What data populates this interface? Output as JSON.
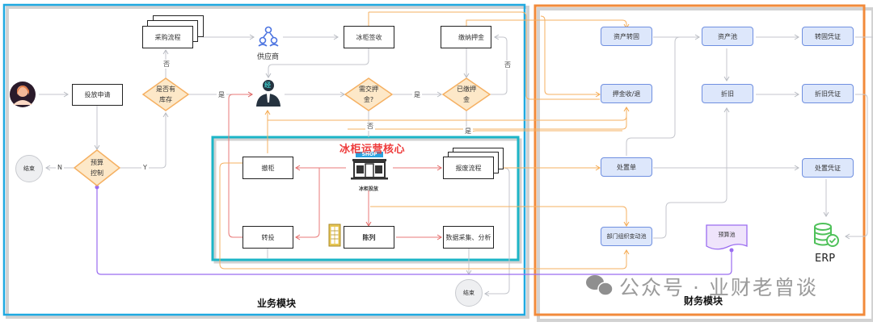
{
  "modules": {
    "business": {
      "title": "业务模块",
      "border_color": "#1fa9e1"
    },
    "finance": {
      "title": "财务模块",
      "border_color": "#f28a3a"
    },
    "core": {
      "title": "冰柜运营核心",
      "border_color": "#1cb5c7",
      "title_color": "#ee3b3b"
    }
  },
  "business_nodes": {
    "applicant_avatar": "applicant",
    "apply": "投放申请",
    "budget_control": "预算\n控制",
    "budget_control_line1": "预算",
    "budget_control_line2": "控制",
    "end_left": "结束",
    "stock_check_line1": "是否有",
    "stock_check_line2": "库存",
    "purchase": "采购流程",
    "supplier": "供应商",
    "dealer_badge": "经",
    "receive": "冰柜签收",
    "deposit_needed_line1": "需交押",
    "deposit_needed_line2": "金?",
    "deposit_paid_node": "缴纳押金",
    "deposit_paid_check_line1": "已缴押",
    "deposit_paid_check_line2": "金",
    "end_bottom": "结束"
  },
  "core_nodes": {
    "withdraw": "撤柜",
    "transfer": "转投",
    "shop_sign": "SHOP",
    "shop_caption": "冰柜投放",
    "display": "陈列",
    "scrap": "报废流程",
    "data_analysis": "数据采集、分析"
  },
  "finance_nodes": {
    "asset_transfer": "资产转固",
    "asset_pool": "资产池",
    "transfer_voucher": "转固凭证",
    "deposit_in_out": "押金收/退",
    "depreciation": "折旧",
    "depreciation_voucher": "折旧凭证",
    "disposal_order": "处置单",
    "disposal_voucher": "处置凭证",
    "dept_change_pool": "部门组织变动池",
    "budget_pool": "预算池",
    "erp": "ERP"
  },
  "edge_labels": {
    "no_purchase": "否",
    "yes_stock": "是",
    "n": "N",
    "y": "Y",
    "yes_deposit": "是",
    "no_deposit": "否",
    "no_paid": "否",
    "yes_paid": "是"
  },
  "watermark": "公众号 · 业财老曾谈",
  "colors": {
    "gray_line": "#c4c6cc",
    "orange_line": "#f5b062",
    "red_line": "#e97a78",
    "purple_line": "#9a6cf0",
    "diamond_fill": "#fde8c8",
    "diamond_stroke": "#f5b062",
    "fin_fill": "#dde7fb",
    "fin_stroke": "#6f8fe0",
    "erp_green": "#4fc15a",
    "supplier_blue": "#4b73e0",
    "budget_fill": "#efe4fb",
    "budget_stroke": "#9a6cf0"
  },
  "icons": {
    "applicant": "person-avatar-icon",
    "supplier": "supplier-network-icon",
    "dealer": "dealer-businessman-icon",
    "shop": "shop-storefront-icon",
    "fridge": "freezer-cabinet-icon",
    "deposit": "deposit-document-icon",
    "erp": "database-check-icon",
    "wechat": "wechat-icon"
  }
}
